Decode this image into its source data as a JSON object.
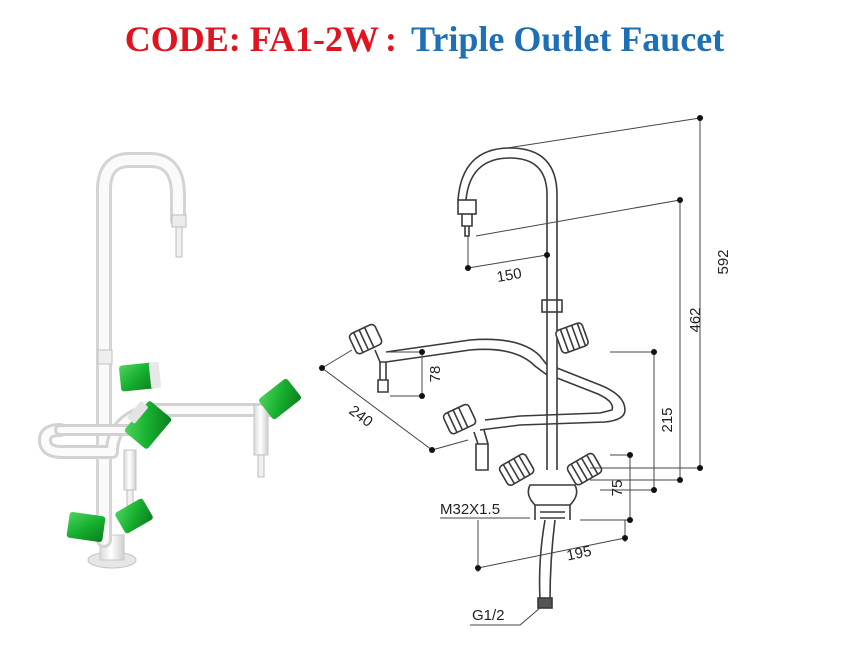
{
  "title": {
    "code": "CODE: FA1-2W",
    "separator": ":",
    "name": "Triple Outlet Faucet"
  },
  "dimensions": {
    "d592": "592",
    "d462": "462",
    "d215": "215",
    "d150": "150",
    "d78": "78",
    "d240": "240",
    "d75": "75",
    "d195": "195",
    "thread": "M32X1.5",
    "inlet": "G1/2"
  },
  "colors": {
    "brand_red": "#e0141e",
    "brand_blue": "#1f6fb4",
    "knob_green": "#1fb83a",
    "body_white": "#f4f4f4"
  }
}
